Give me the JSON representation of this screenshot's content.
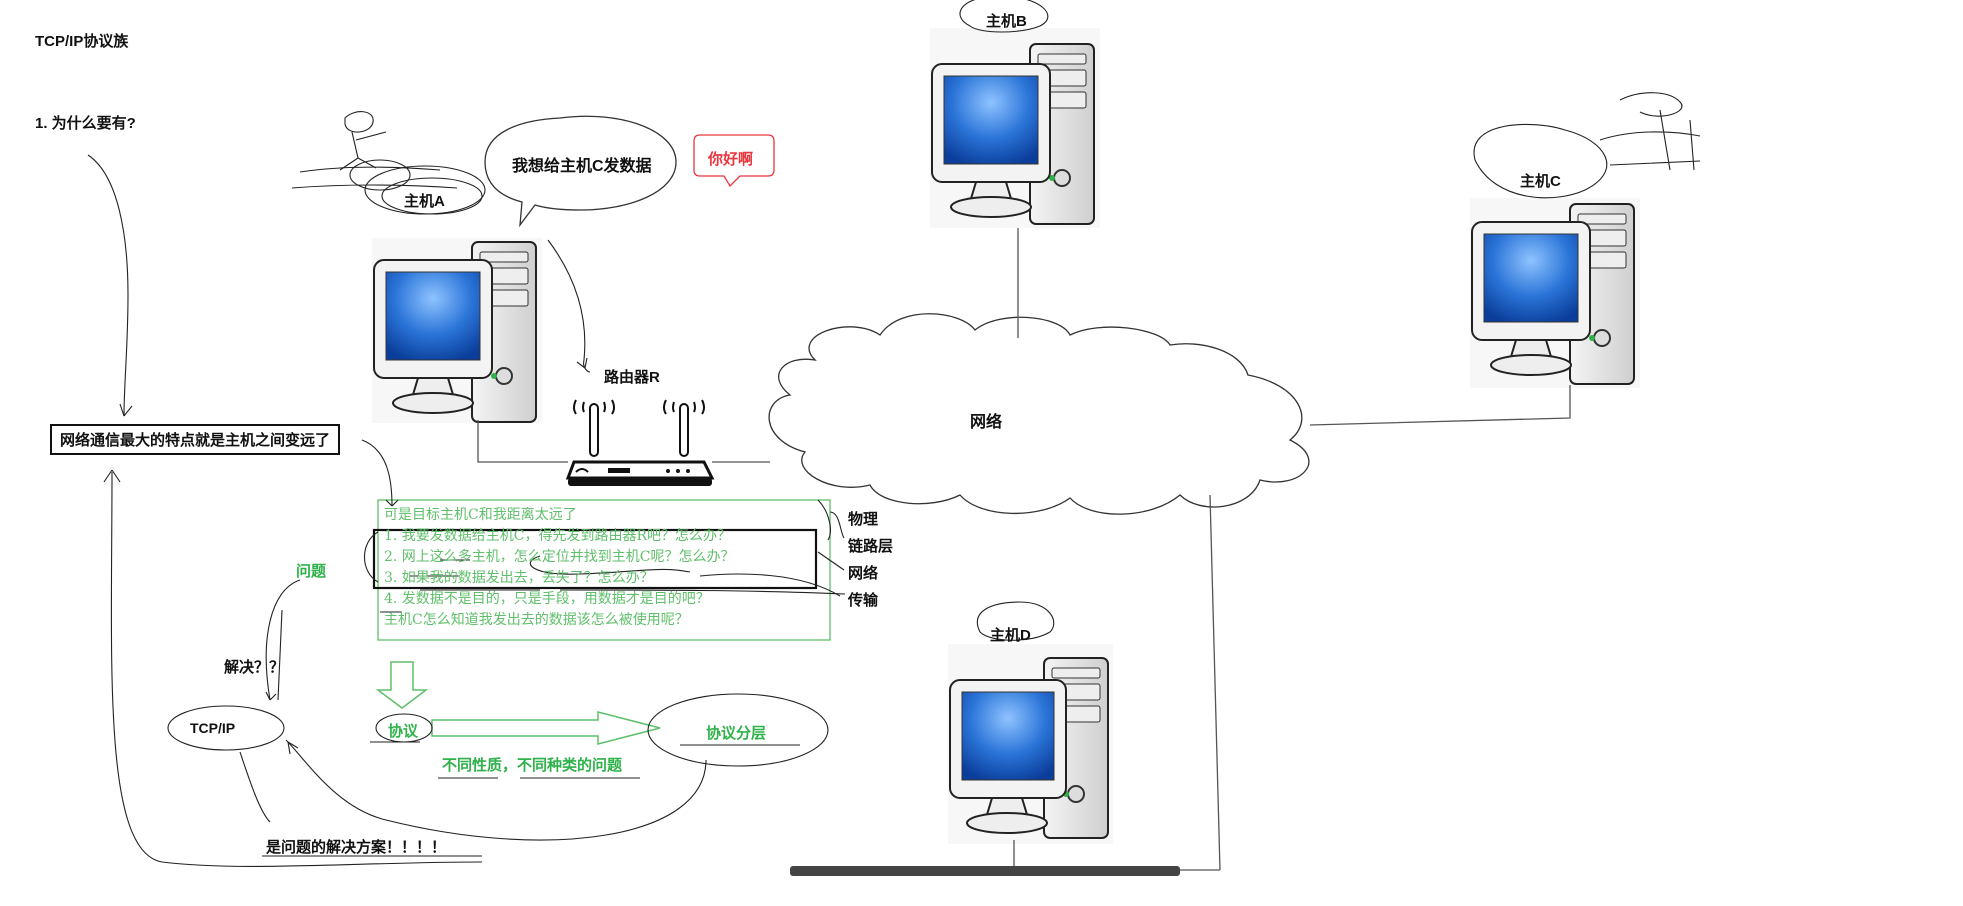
{
  "texts": {
    "title": "TCP/IP协议族",
    "q1": "1. 为什么要有?",
    "hostA": "主机A",
    "hostB": "主机B",
    "hostC": "主机C",
    "hostD": "主机D",
    "bubble": "我想给主机C发数据",
    "hello": "你好啊",
    "router": "路由器R",
    "network": "网络",
    "feature": "网络通信最大的特点就是主机之间变远了",
    "problem": "问题",
    "solve": "解决？？",
    "tcpip": "TCP/IP",
    "protocol": "协议",
    "layers": "协议分层",
    "different": "不同性质，不同种类的问题",
    "answer": "是问题的解决方案！！！！",
    "layer_phys": "物理",
    "layer_link": "链路层",
    "layer_net": "网络",
    "layer_trans": "传输"
  },
  "issues": {
    "heading": "可是目标主机C和我距离太远了",
    "items": [
      "1.  我要发数据给主机C，得先发到路由器R吧？怎么办？",
      "2.  网上这么多主机，怎么定位并找到主机C呢？怎么办？",
      "3.  如果我的数据发出去，丢失了？怎么办？",
      "4.  发数据不是目的，只是手段，用数据才是目的吧？",
      "     主机C怎么知道我发出去的数据该怎么被使用呢？"
    ]
  },
  "colors": {
    "green": "#2fb24a",
    "red": "#e8363d",
    "screen_blue": "#1f6fd6",
    "ink": "#111111"
  }
}
